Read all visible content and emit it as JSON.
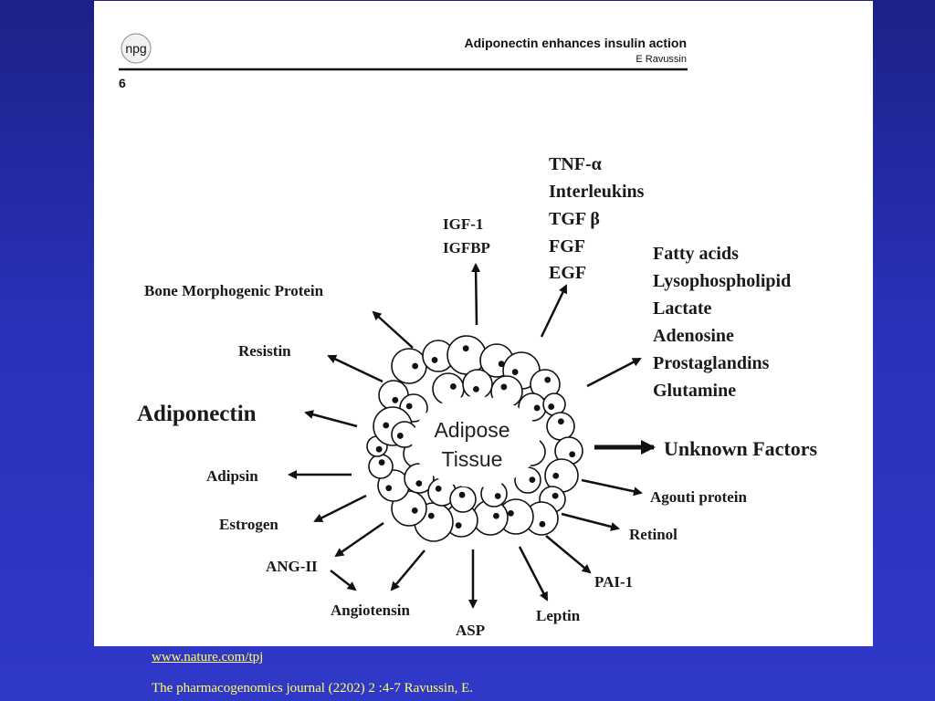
{
  "header": {
    "logo_text": "npg",
    "title": "Adiponectin enhances insulin action",
    "author": "E Ravussin",
    "page_number": "6"
  },
  "diagram": {
    "center_line1": "Adipose",
    "center_line2": "Tissue",
    "labels": {
      "tnf_alpha": "TNF-α",
      "interleukins": "Interleukins",
      "tgf_beta": "TGF β",
      "fgf": "FGF",
      "egf": "EGF",
      "igf1": "IGF-1",
      "igfbp": "IGFBP",
      "bone_morphogenic_protein": "Bone Morphogenic Protein",
      "resistin": "Resistin",
      "adiponectin": "Adiponectin",
      "adipsin": "Adipsin",
      "estrogen": "Estrogen",
      "ang_ii": "ANG-II",
      "angiotensin": "Angiotensin",
      "asp": "ASP",
      "leptin": "Leptin",
      "pai1": "PAI-1",
      "retinol": "Retinol",
      "agouti_protein": "Agouti protein",
      "unknown_factors": "Unknown Factors",
      "fatty_acids": "Fatty acids",
      "lysophospholipid": "Lysophospholipid",
      "lactate": "Lactate",
      "adenosine": "Adenosine",
      "prostaglandins": "Prostaglandins",
      "glutamine": "Glutamine"
    }
  },
  "footer": {
    "link": "www.nature.com/tpj",
    "citation": "The pharmacogenomics journal (2202) 2 :4-7 Ravussin, E."
  },
  "colors": {
    "background_top": "#1c2188",
    "background_bottom": "#3038c8",
    "footer_text": "#ffff66"
  }
}
